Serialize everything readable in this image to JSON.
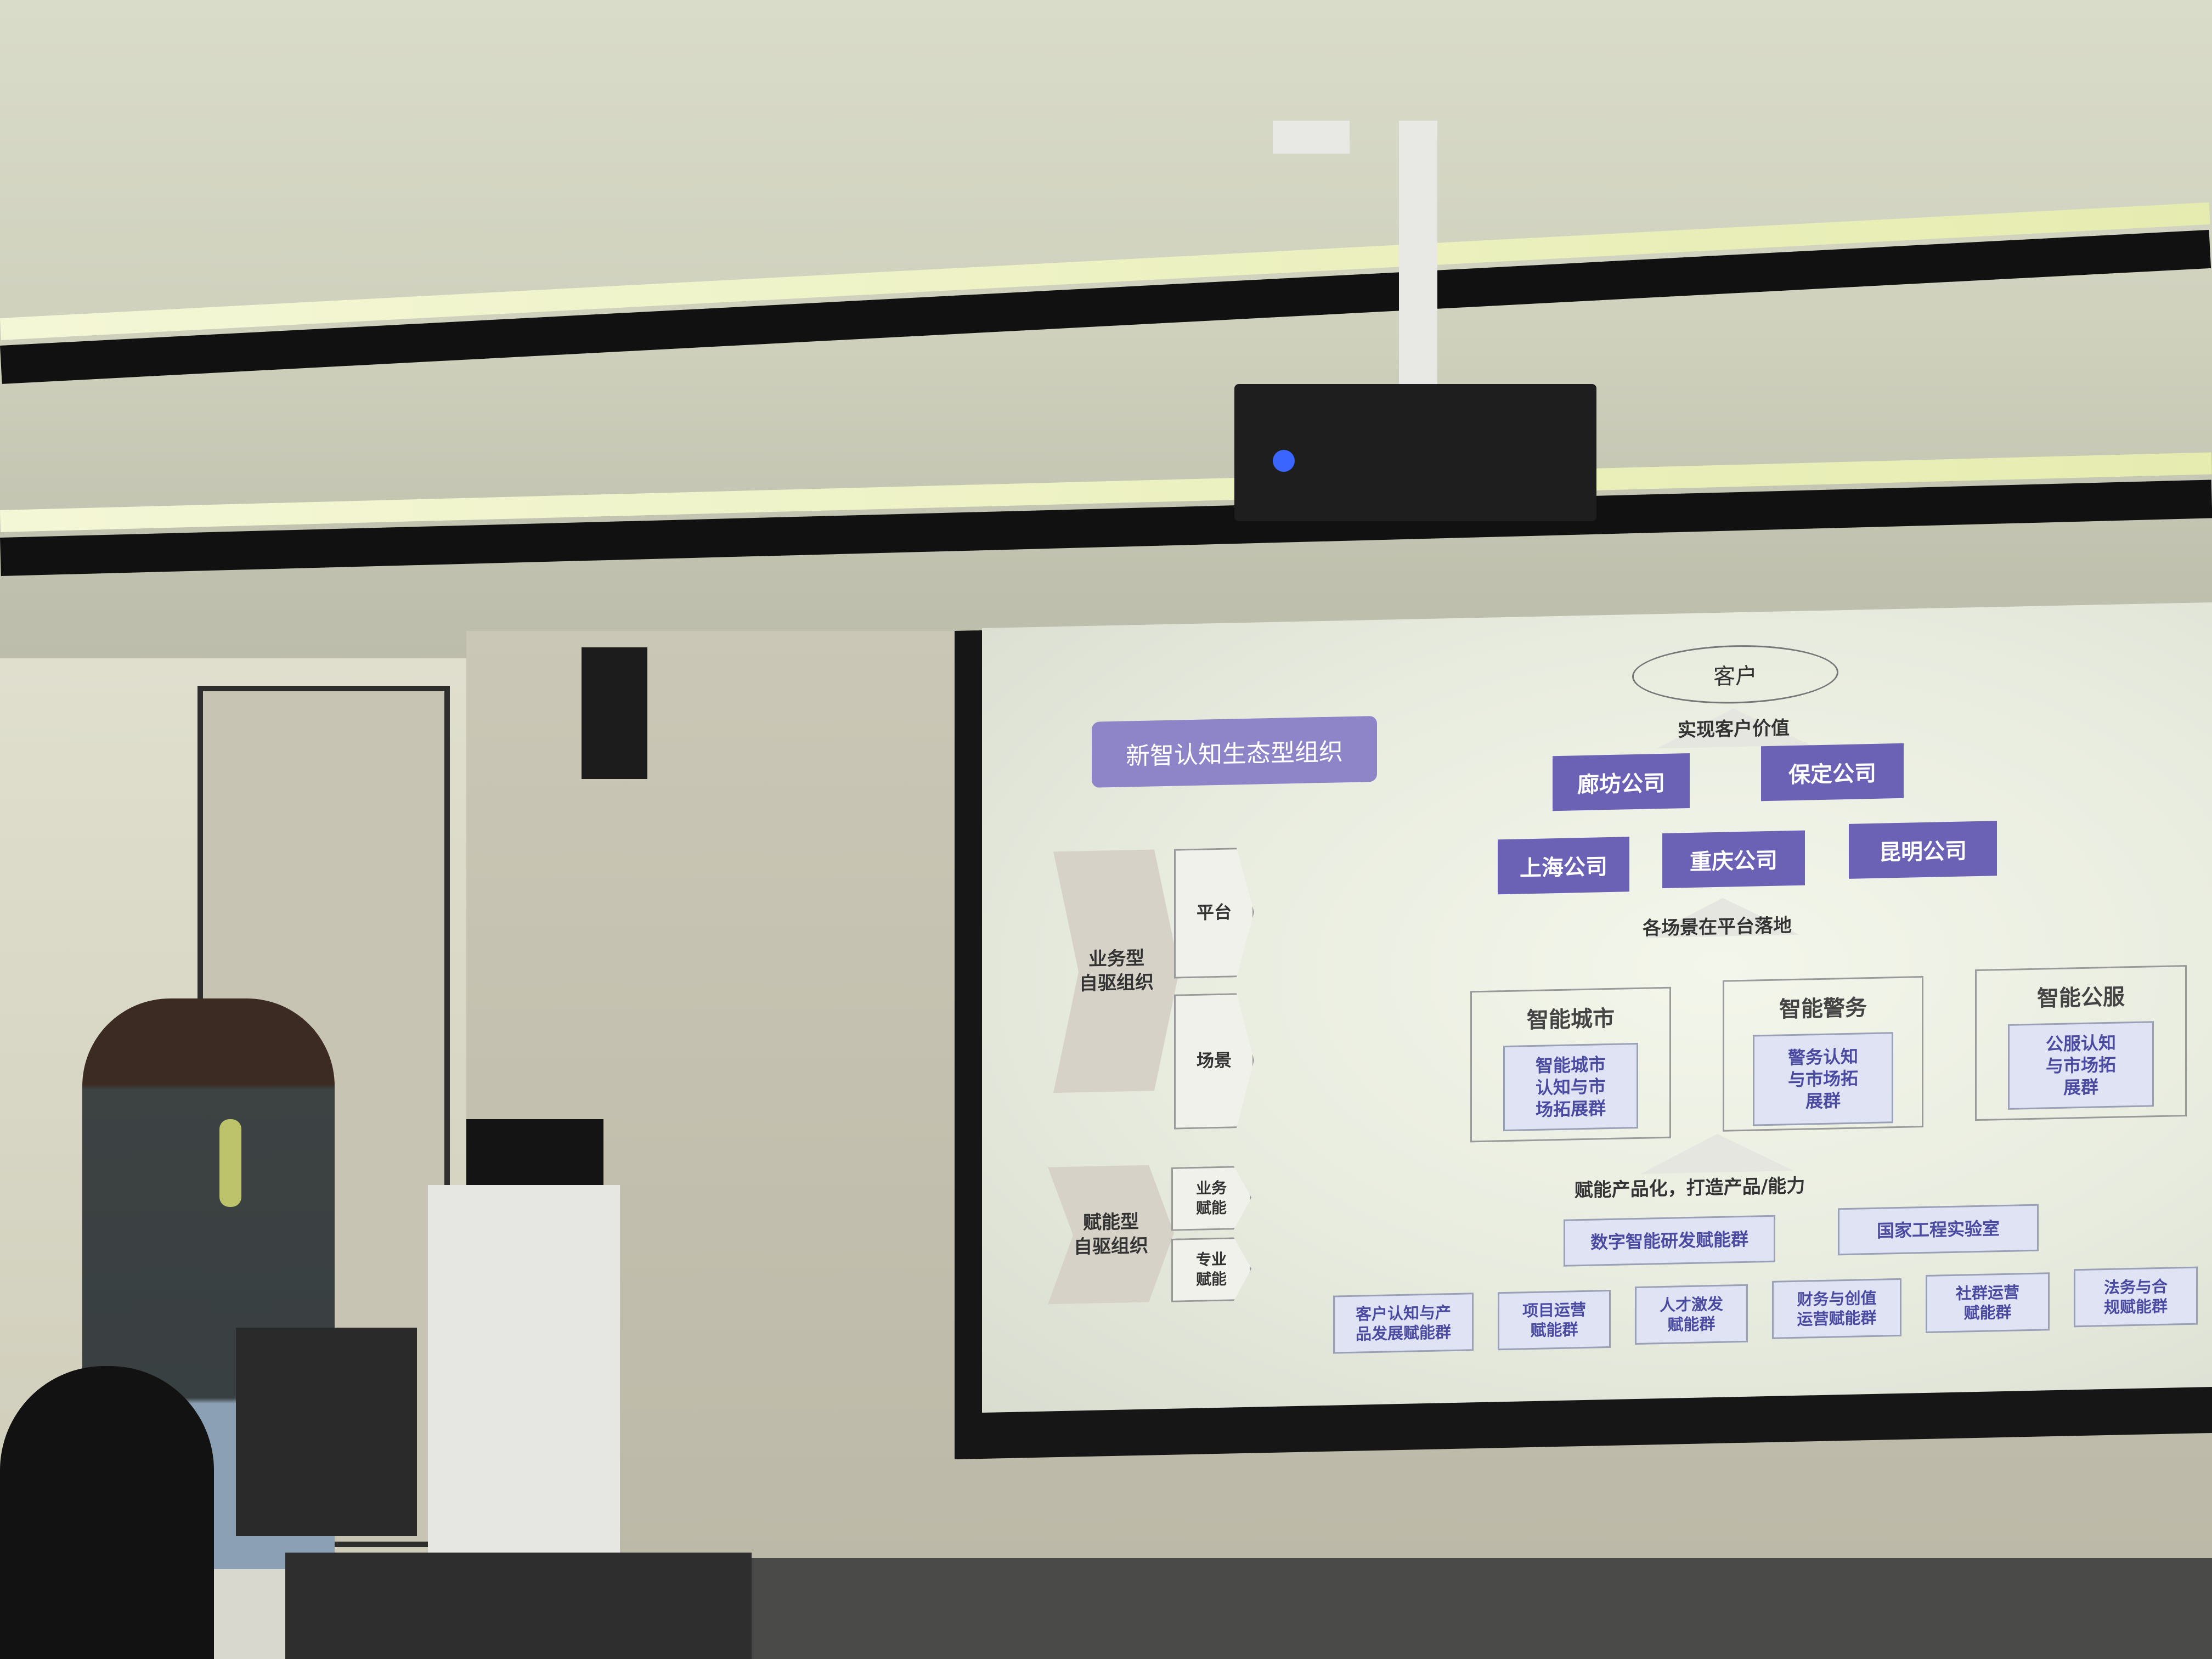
{
  "slide": {
    "title": "新智认知生态型组织",
    "top_node": "客户",
    "arrow_top_label": "实现客户价值",
    "companies_row1": [
      "廊坊公司",
      "保定公司"
    ],
    "companies_row2": [
      "上海公司",
      "重庆公司",
      "昆明公司"
    ],
    "arrow_mid_label": "各场景在平台落地",
    "domains": [
      {
        "title": "智能城市",
        "inner": "智能城市\n认知与市\n场拓展群"
      },
      {
        "title": "智能警务",
        "inner": "警务认知\n与市场拓\n展群"
      },
      {
        "title": "智能公服",
        "inner": "公服认知\n与市场拓\n展群"
      }
    ],
    "arrow_low_label": "赋能产品化，打造产品/能力",
    "platforms": [
      "数字智能研发赋能群",
      "国家工程实验室"
    ],
    "groups": [
      "客户认知与产\n品发展赋能群",
      "项目运营\n赋能群",
      "人才激发\n赋能群",
      "财务与创值\n运营赋能群",
      "社群运营\n赋能群",
      "法务与合\n规赋能群"
    ],
    "left_big_1": "业务型\n自驱组织",
    "left_small_1": [
      "平台",
      "场景"
    ],
    "left_big_2": "赋能型\n自驱组织",
    "left_small_2": [
      "业务\n赋能",
      "专业\n赋能"
    ]
  }
}
